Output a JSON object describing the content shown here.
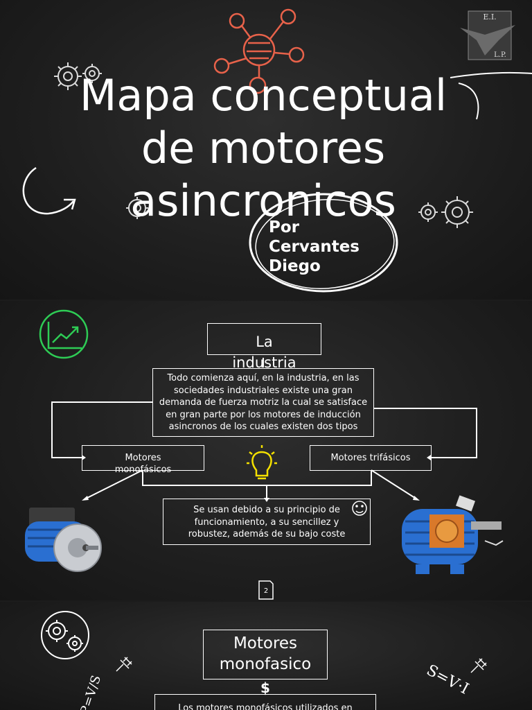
{
  "slide1": {
    "title_lines": [
      "Mapa conceptual",
      "de motores",
      "asincronicos"
    ],
    "author_lines": [
      "Por",
      "Cervantes",
      "Diego"
    ],
    "logo_text": {
      "top": "E.I.",
      "bottom": "L.P."
    }
  },
  "slide2": {
    "root": [
      "La",
      "industria"
    ],
    "description": "Todo comienza aquí, en la industria, en las sociedades industriales existe una gran demanda de fuerza motriz la cual se satisface en gran parte por los motores de inducción asincronos de los cuales existen dos tipos",
    "left_type": "Motores monofásicos",
    "right_type": "Motores trifásicos",
    "usage": "Se usan debido a su principio de funcionamiento, a su sencillez y robustez, además de su bajo coste",
    "page_number": "2"
  },
  "slide3": {
    "heading": [
      "Motores",
      "monofasico"
    ],
    "symbol": "$",
    "body_start": "Los motores monofásicos utilizados en",
    "formula_left": "P=V/S",
    "formula_right": "S=V·I"
  },
  "colors": {
    "chalk": "#ffffff",
    "accent_red": "#e8624a",
    "accent_green": "#2ecc55",
    "accent_yellow": "#f5e100",
    "motor_blue": "#2a6fd1"
  }
}
